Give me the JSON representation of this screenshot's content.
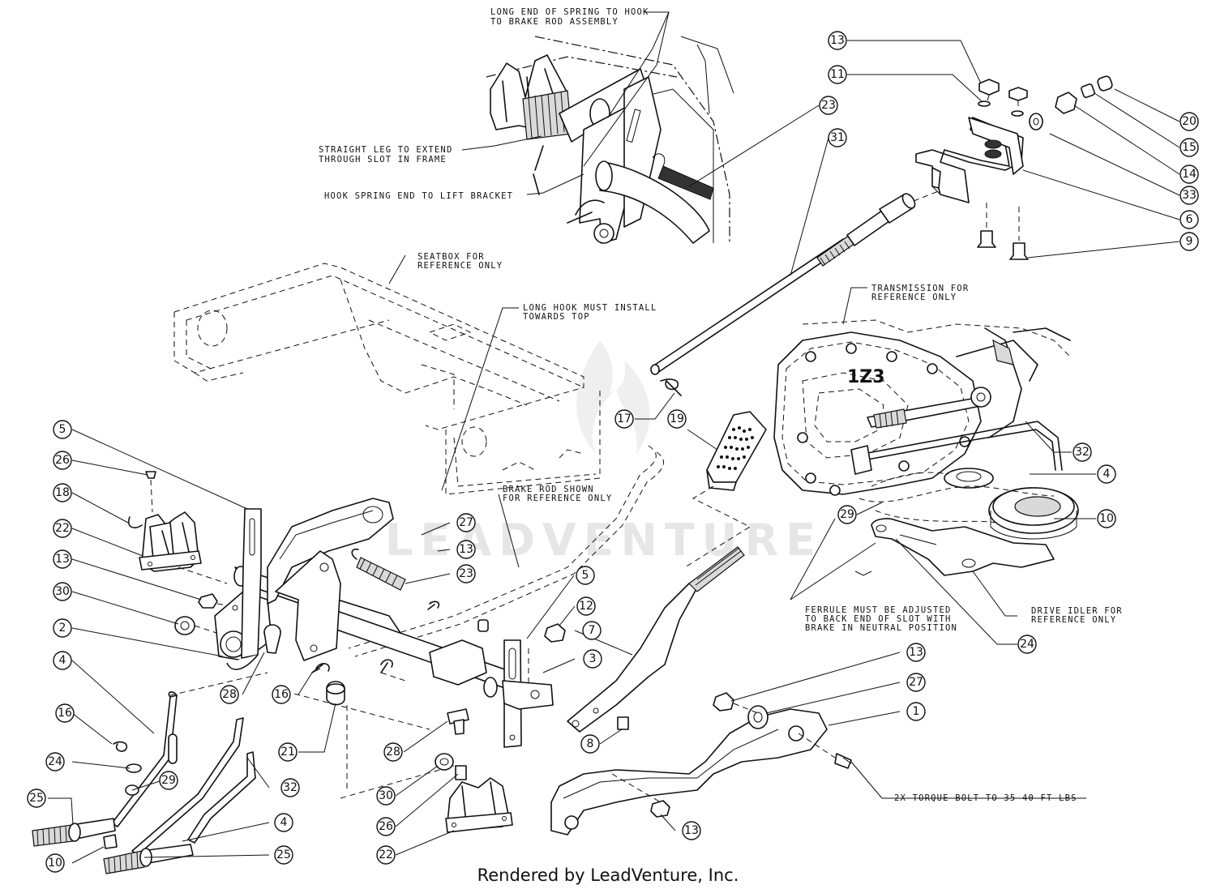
{
  "notes": {
    "spring_hook_1": "LONG END OF SPRING TO HOOK",
    "spring_hook_2": "TO BRAKE ROD ASSEMBLY",
    "straight_leg_1": "STRAIGHT LEG TO EXTEND",
    "straight_leg_2": "THROUGH SLOT IN FRAME",
    "hook_spring": "HOOK SPRING END TO LIFT BRACKET",
    "seatbox_1": "SEATBOX FOR",
    "seatbox_2": "REFERENCE ONLY",
    "long_hook_1": "LONG HOOK MUST INSTALL",
    "long_hook_2": "TOWARDS TOP",
    "brake_rod_1": "BRAKE ROD SHOWN",
    "brake_rod_2": "FOR REFERENCE ONLY",
    "transmission_1": "TRANSMISSION FOR",
    "transmission_2": "REFERENCE ONLY",
    "ferrule_1": "FERRULE MUST BE ADJUSTED",
    "ferrule_2": "TO BACK END OF SLOT WITH",
    "ferrule_3": "BRAKE IN NEUTRAL POSITION",
    "drive_idler_1": "DRIVE IDLER FOR",
    "drive_idler_2": "REFERENCE ONLY",
    "torque": "2X TORQUE BOLT TO 35-40 FT-LBS"
  },
  "transmission_casting": "1Z3",
  "watermark": "LEADVENTURE",
  "footer": "Rendered by LeadVenture, Inc.",
  "callouts": [
    {
      "id": "13",
      "label": "13"
    },
    {
      "id": "11",
      "label": "11"
    },
    {
      "id": "23",
      "label": "23"
    },
    {
      "id": "20",
      "label": "20"
    },
    {
      "id": "15",
      "label": "15"
    },
    {
      "id": "14",
      "label": "14"
    },
    {
      "id": "33",
      "label": "33"
    },
    {
      "id": "6",
      "label": "6"
    },
    {
      "id": "9",
      "label": "9"
    },
    {
      "id": "31",
      "label": "31"
    },
    {
      "id": "17",
      "label": "17"
    },
    {
      "id": "19",
      "label": "19"
    },
    {
      "id": "32",
      "label": "32"
    },
    {
      "id": "4",
      "label": "4"
    },
    {
      "id": "10",
      "label": "10"
    },
    {
      "id": "29",
      "label": "29"
    },
    {
      "id": "24",
      "label": "24"
    },
    {
      "id": "5",
      "label": "5"
    },
    {
      "id": "26",
      "label": "26"
    },
    {
      "id": "18",
      "label": "18"
    },
    {
      "id": "22",
      "label": "22"
    },
    {
      "id": "13",
      "label": "13"
    },
    {
      "id": "30",
      "label": "30"
    },
    {
      "id": "2",
      "label": "2"
    },
    {
      "id": "4",
      "label": "4"
    },
    {
      "id": "16",
      "label": "16"
    },
    {
      "id": "24",
      "label": "24"
    },
    {
      "id": "25",
      "label": "25"
    },
    {
      "id": "10",
      "label": "10"
    },
    {
      "id": "29",
      "label": "29"
    },
    {
      "id": "27",
      "label": "27"
    },
    {
      "id": "13",
      "label": "13"
    },
    {
      "id": "23",
      "label": "23"
    },
    {
      "id": "28",
      "label": "28"
    },
    {
      "id": "16",
      "label": "16"
    },
    {
      "id": "21",
      "label": "21"
    },
    {
      "id": "5",
      "label": "5"
    },
    {
      "id": "12",
      "label": "12"
    },
    {
      "id": "3",
      "label": "3"
    },
    {
      "id": "7",
      "label": "7"
    },
    {
      "id": "8",
      "label": "8"
    },
    {
      "id": "28",
      "label": "28"
    },
    {
      "id": "30",
      "label": "30"
    },
    {
      "id": "26",
      "label": "26"
    },
    {
      "id": "22",
      "label": "22"
    },
    {
      "id": "32",
      "label": "32"
    },
    {
      "id": "4",
      "label": "4"
    },
    {
      "id": "25",
      "label": "25"
    },
    {
      "id": "13",
      "label": "13"
    },
    {
      "id": "27",
      "label": "27"
    },
    {
      "id": "1",
      "label": "1"
    },
    {
      "id": "24",
      "label": "24"
    },
    {
      "id": "13",
      "label": "13"
    }
  ]
}
